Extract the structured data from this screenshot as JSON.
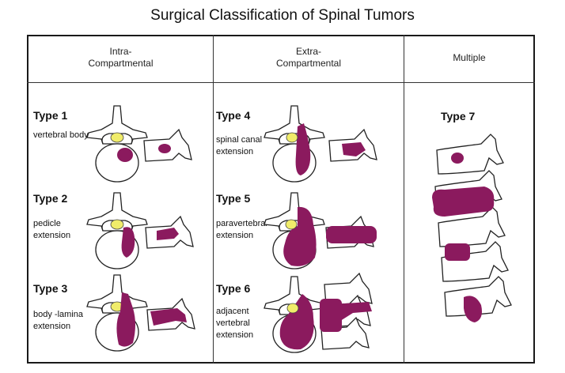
{
  "title": "Surgical Classification of Spinal Tumors",
  "columns": [
    {
      "label": "Intra-\nCompartmental"
    },
    {
      "label": "Extra-\nCompartmental"
    },
    {
      "label": "Multiple"
    }
  ],
  "types": [
    {
      "label": "Type 1",
      "description": "vertebral body"
    },
    {
      "label": "Type 2",
      "description": "pedicle\nextension"
    },
    {
      "label": "Type 3",
      "description": "body -lamina\nextension"
    },
    {
      "label": "Type 4",
      "description": "spinal canal\nextension"
    },
    {
      "label": "Type 5",
      "description": "paravertebral\nextension"
    },
    {
      "label": "Type 6",
      "description": "adjacent\nvertebral\nextension"
    },
    {
      "label": "Type 7",
      "description": ""
    }
  ],
  "colors": {
    "tumor": "#8b1a5e",
    "cord": "#f0ec6a",
    "line": "#222222"
  },
  "icons": [
    "vertebra-axial-icon",
    "vertebra-lateral-icon",
    "spinal-column-icon"
  ]
}
